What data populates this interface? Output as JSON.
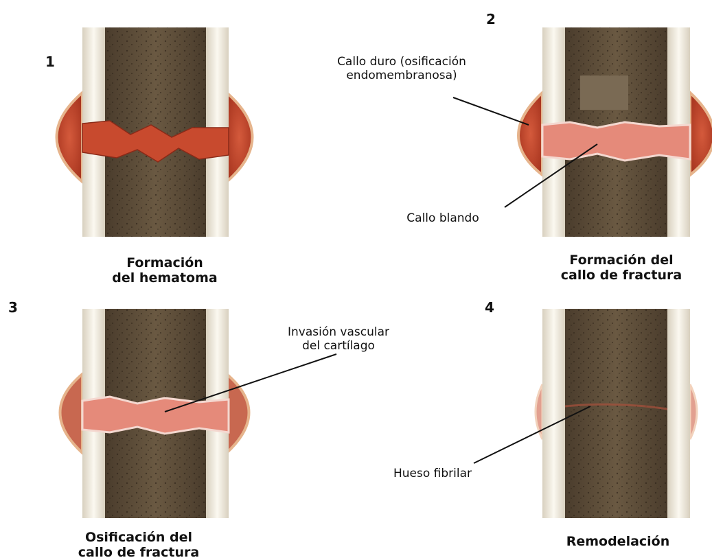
{
  "panels": [
    {
      "number": "1",
      "caption": [
        "Formación",
        "del hematoma"
      ]
    },
    {
      "number": "2",
      "caption": [
        "Formación del",
        "callo de fractura"
      ]
    },
    {
      "number": "3",
      "caption": [
        "Osificación del",
        "callo de fractura"
      ]
    },
    {
      "number": "4",
      "caption": [
        "Remodelación"
      ]
    }
  ],
  "annotations": {
    "hard_callus": [
      "Callo duro (osificación",
      "endomembranosa)"
    ],
    "soft_callus": "Callo blando",
    "vascular_invasion": [
      "Invasión vascular",
      "del cartílago"
    ],
    "woven_bone": "Hueso fibrilar"
  },
  "colors": {
    "marrow": "#5a4a38",
    "cortex": "#efe9dc",
    "hematoma": "#c9482f",
    "callus": "#e58a7a"
  }
}
